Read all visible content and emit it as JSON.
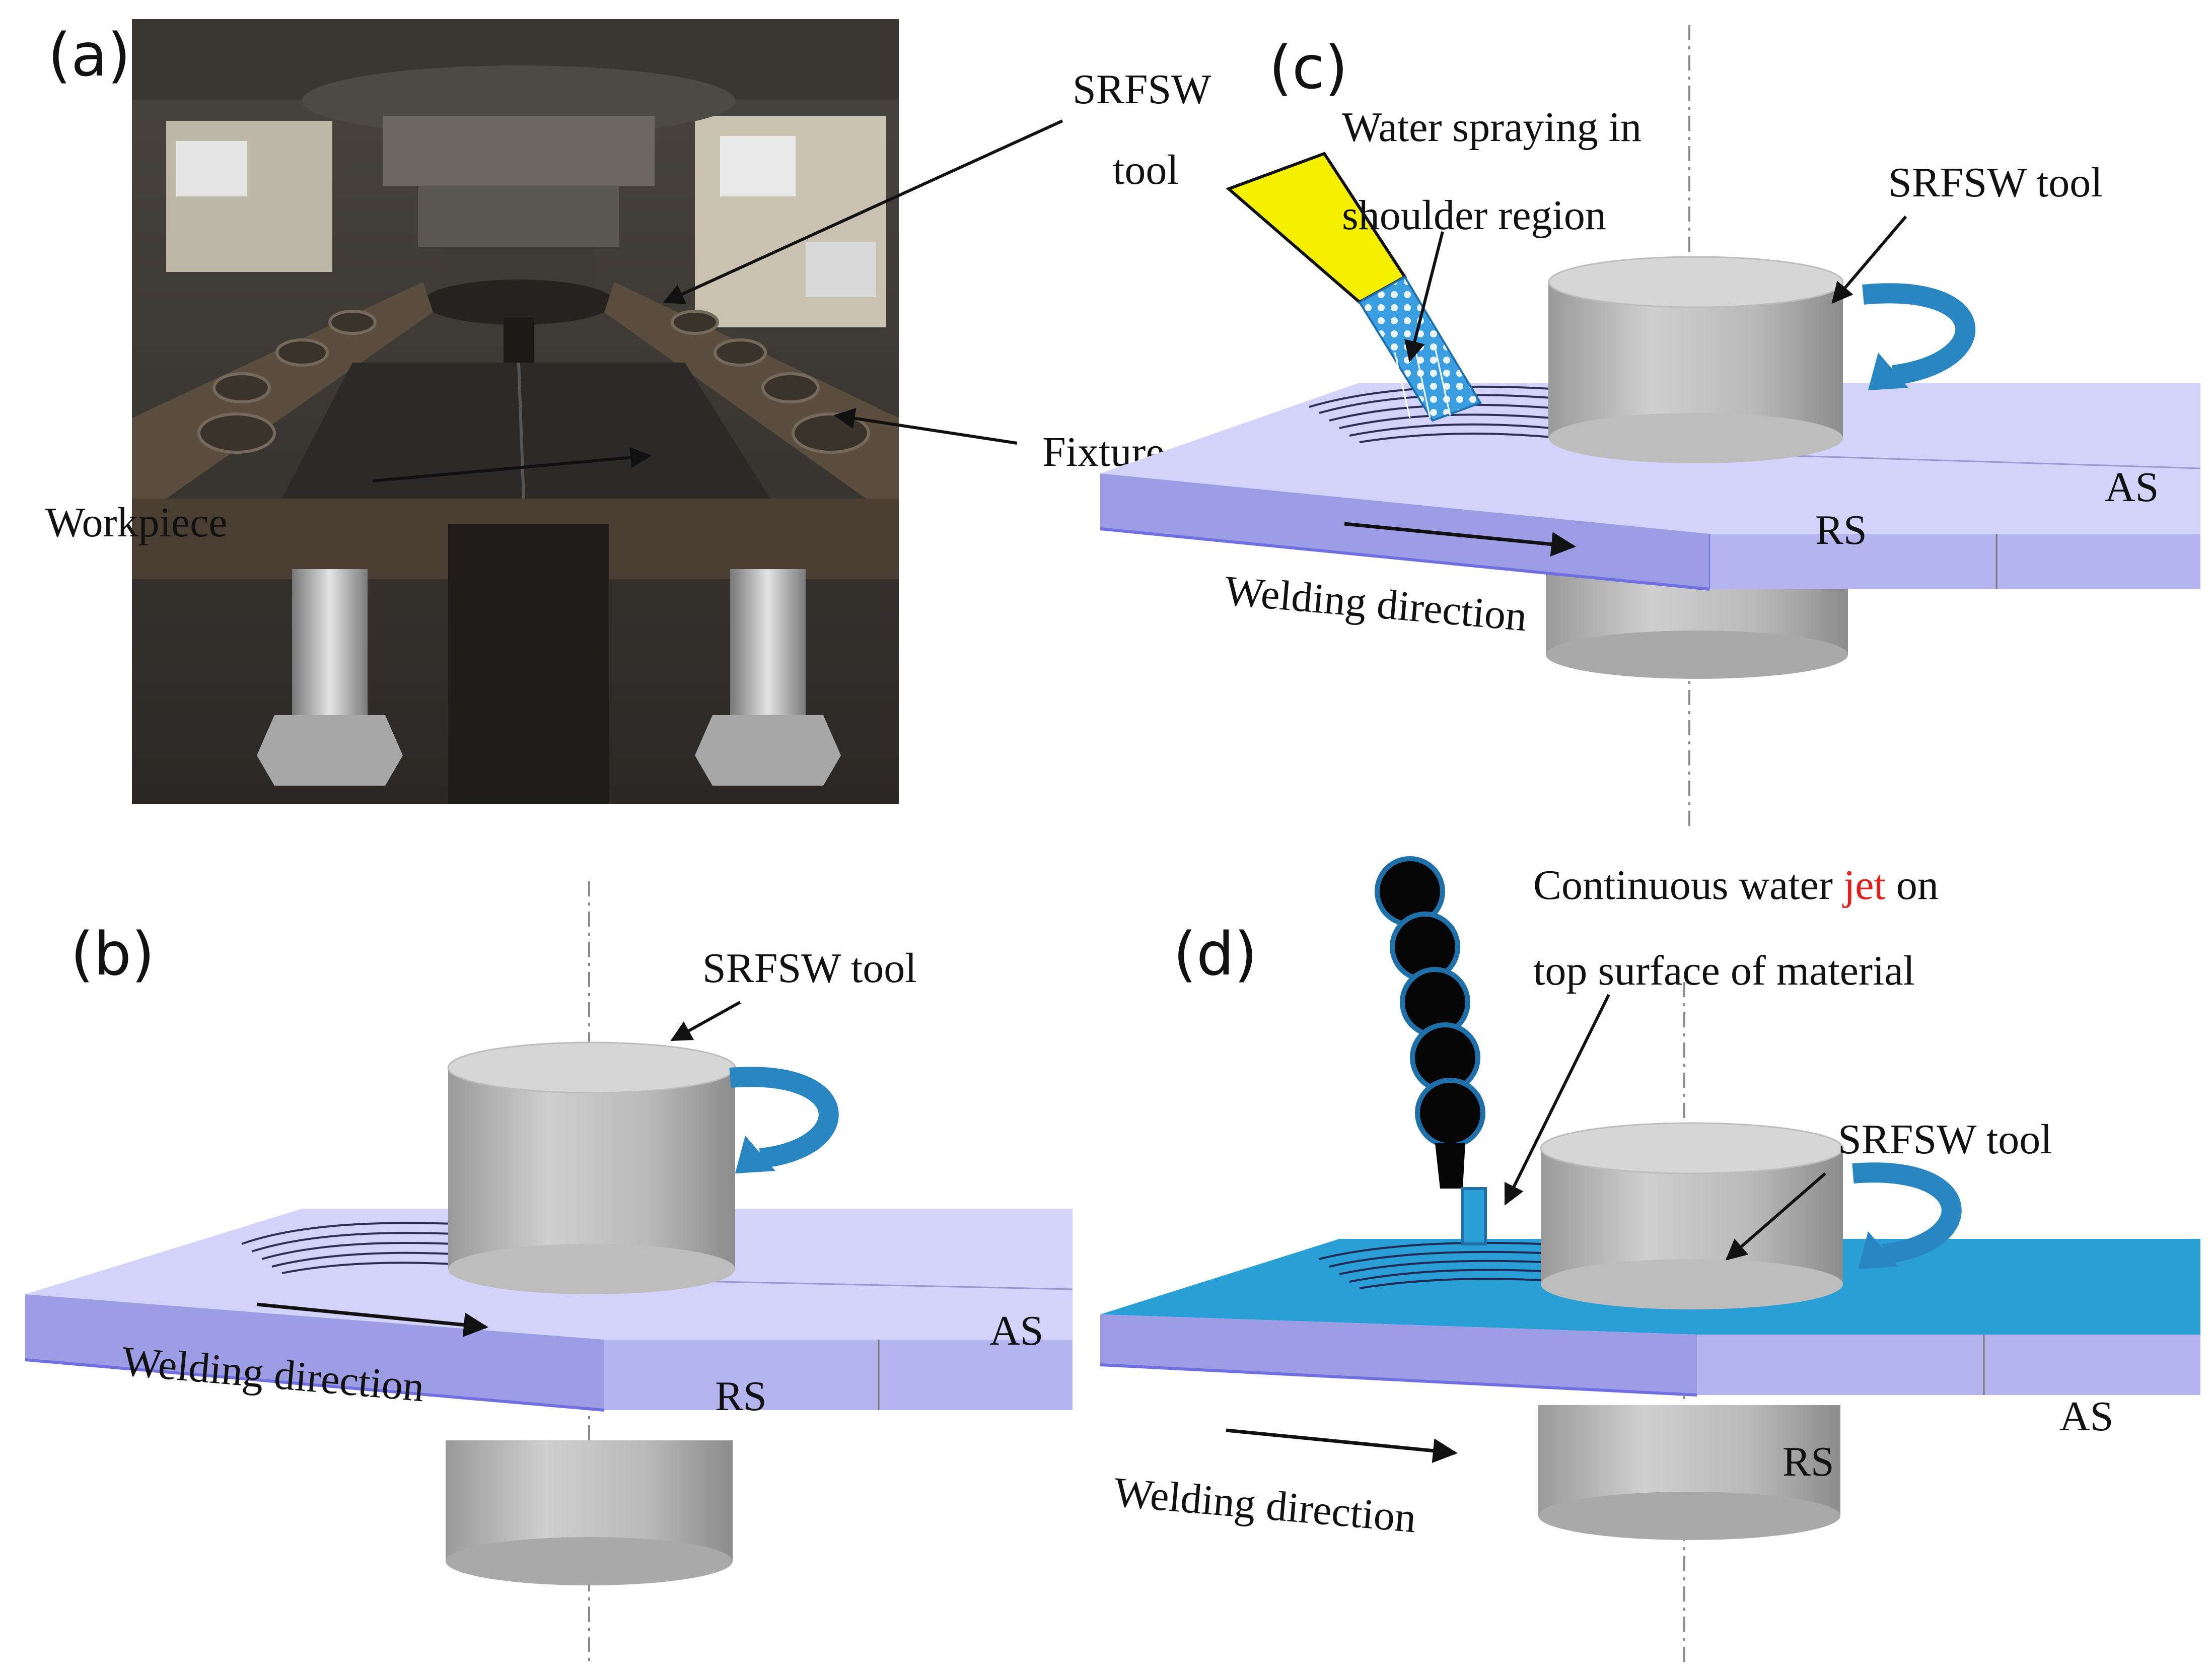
{
  "figure": {
    "panels": {
      "a": {
        "label": "(a)",
        "tool_label_line1": "SRFSW",
        "tool_label_line2": "tool",
        "fixture_label": "Fixture",
        "workpiece_label": "Workpiece"
      },
      "b": {
        "label": "(b)",
        "tool_label": "SRFSW tool",
        "direction_label": "Welding direction",
        "rs_label": "RS",
        "as_label": "AS"
      },
      "c": {
        "label": "(c)",
        "spray_label_line1": "Water spraying in",
        "spray_label_line2": "shoulder region",
        "tool_label": "SRFSW tool",
        "direction_label": "Welding direction",
        "rs_label": "RS",
        "as_label": "AS"
      },
      "d": {
        "label": "(d)",
        "jet_label_pre": "Continuous water ",
        "jet_label_red": "jet",
        "jet_label_post": " on",
        "jet_label_line2": "top surface of material",
        "tool_label": "SRFSW tool",
        "direction_label": "Welding direction",
        "rs_label": "RS",
        "as_label": "AS"
      }
    },
    "colors": {
      "plate_top": "#d2d2fb",
      "plate_side": "#9d9de6",
      "plate_edge": "#6f6fe0",
      "water_top": "#2a9fd6",
      "tool_gray": "#c9c9c9",
      "rotation_arrow": "#2a86c0",
      "nozzle_yellow": "#f5ef00",
      "nozzle_black": "#060606",
      "jet_red_text": "#e0201b"
    }
  }
}
